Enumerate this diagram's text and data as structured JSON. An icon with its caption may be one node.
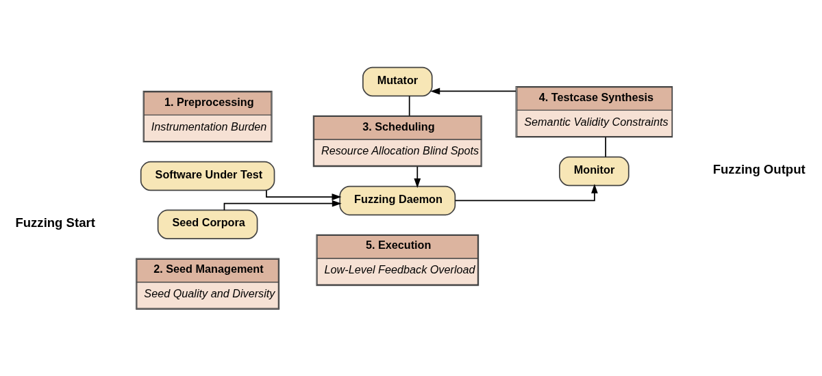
{
  "diagram": {
    "nodes": [
      {
        "text": [
          "Fuzzing Start"
        ]
      },
      {
        "text": [
          "Software Under Test"
        ]
      },
      {
        "text": [
          "Seed Corpora"
        ]
      },
      {
        "text": [
          "1. Preprocessing",
          "Instrumentation Burden"
        ]
      },
      {
        "text": [
          "2. Seed Management",
          "Seed Quality and Diversity"
        ]
      },
      {
        "text": [
          "Fuzzing Daemon"
        ]
      },
      {
        "text": [
          "3. Scheduling",
          "Resource Allocation Blind Spots"
        ]
      },
      {
        "text": [
          "Mutator"
        ]
      },
      {
        "text": [
          "4. Testcase Synthesis",
          "Semantic Validity Constraints"
        ]
      },
      {
        "text": [
          "Monitor"
        ]
      },
      {
        "text": [
          "5. Execution",
          "Low-Level Feedback Overload"
        ]
      },
      {
        "text": [
          "Fuzzing Output"
        ]
      }
    ],
    "edges": [
      {
        "from": 1,
        "to": 5,
        "arrow": "to"
      },
      {
        "from": 2,
        "to": 5,
        "arrow": "to"
      },
      {
        "from": 6,
        "to": 5,
        "arrow": "to"
      },
      {
        "from": 7,
        "to": 6,
        "arrow": "none"
      },
      {
        "from": 5,
        "to": 9,
        "arrow": "to"
      },
      {
        "from": 9,
        "to": 8,
        "arrow": "none"
      },
      {
        "from": 8,
        "to": 7,
        "arrow": "to"
      }
    ]
  }
}
